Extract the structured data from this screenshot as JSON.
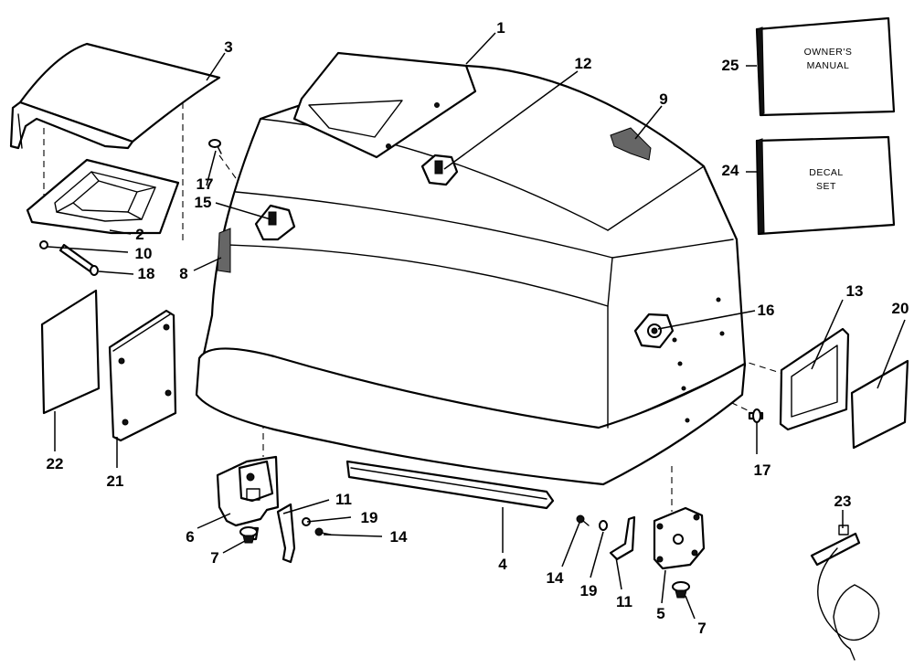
{
  "callouts": {
    "c1": "1",
    "c2": "2",
    "c3": "3",
    "c4": "4",
    "c5": "5",
    "c6": "6",
    "c7a": "7",
    "c7b": "7",
    "c8": "8",
    "c9": "9",
    "c10": "10",
    "c11a": "11",
    "c11b": "11",
    "c12": "12",
    "c13": "13",
    "c14a": "14",
    "c14b": "14",
    "c15": "15",
    "c16": "16",
    "c17a": "17",
    "c17b": "17",
    "c18": "18",
    "c19a": "19",
    "c19b": "19",
    "c20": "20",
    "c21": "21",
    "c22": "22",
    "c23": "23",
    "c24": "24",
    "c25": "25"
  },
  "boxes": {
    "owners_manual": {
      "line1": "OWNER'S",
      "line2": "MANUAL"
    },
    "decal_set": {
      "line1": "DECAL",
      "line2": "SET"
    }
  }
}
